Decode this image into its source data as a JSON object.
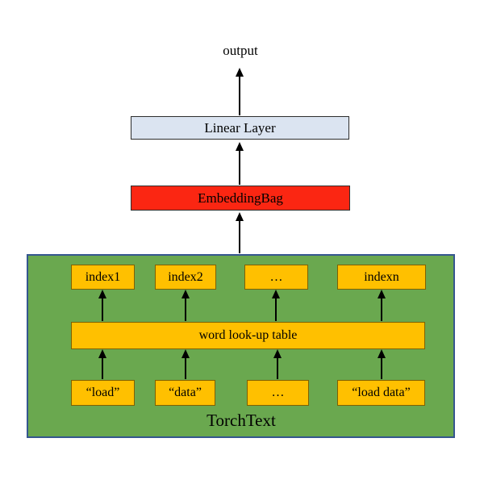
{
  "diagram": {
    "output_label": "output",
    "linear_layer_label": "Linear Layer",
    "embedding_bag_label": "EmbeddingBag",
    "torchtext": {
      "container_label": "TorchText",
      "lookup_table_label": "word look-up table",
      "index_boxes": [
        "index1",
        "index2",
        "…",
        "indexn"
      ],
      "word_boxes": [
        "“load”",
        "“data”",
        "…",
        "“load data”"
      ]
    },
    "colors": {
      "linear_layer_fill": "#dbe4f1",
      "embedding_bag_fill": "#fb2612",
      "torchtext_fill": "#6aa84f",
      "torchtext_border": "#35568f",
      "token_box_fill": "#ffc000",
      "token_box_border": "#7f6000",
      "arrow_color": "#000000"
    }
  }
}
